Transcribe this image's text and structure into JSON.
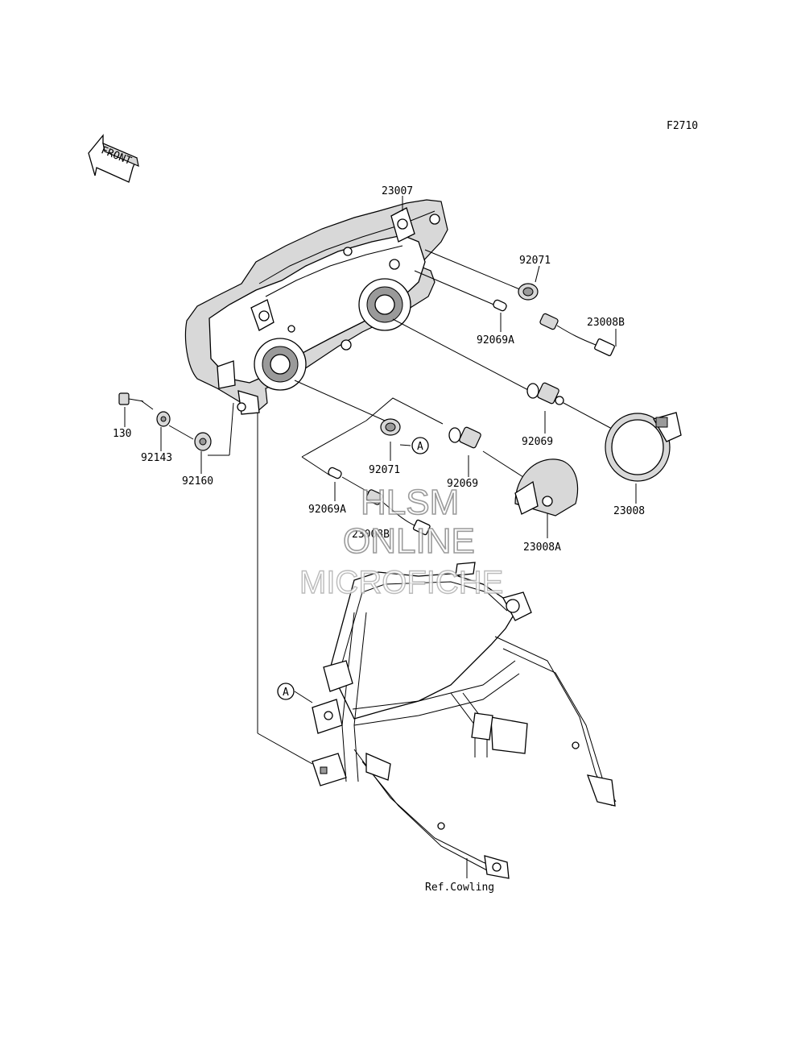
{
  "figure_code": "F2710",
  "front_arrow_label": "FRONT",
  "callouts": {
    "headlight_assembly": "23007",
    "grommet_upper": "92071",
    "bulb_position_upper": "92069A",
    "socket_harness_upper": "23008B",
    "bulb_main": "92069",
    "cap_main": "23008",
    "bolt": "130",
    "collar": "92143",
    "damper": "92160",
    "grommet_lower": "92071",
    "bulb_low": "92069",
    "bulb_position_lower": "92069A",
    "socket_harness_lower": "23008B",
    "cap_low": "23008A",
    "bracket_ref": "Ref.Cowling"
  },
  "connector_marker": "A",
  "watermark": {
    "line1": "HLSM",
    "line2": "ONLINE",
    "line3": "MICROFICHE"
  }
}
